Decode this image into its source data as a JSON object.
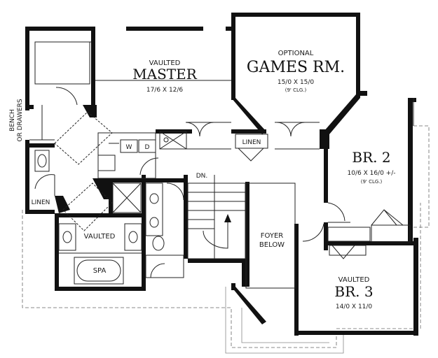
{
  "rooms": {
    "master": {
      "note": "VAULTED",
      "name": "MASTER",
      "size": "17/6 X 12/6"
    },
    "games": {
      "note": "OPTIONAL",
      "name": "GAMES RM.",
      "size": "15/0 X 15/0",
      "clg": "(9' CLG.)"
    },
    "br2": {
      "name": "BR. 2",
      "size": "10/6 X 16/0 +/-",
      "clg": "(9' CLG.)"
    },
    "br3": {
      "note": "VAULTED",
      "name": "BR. 3",
      "size": "14/0 X 11/0"
    },
    "bath": {
      "note": "VAULTED",
      "spa": "SPA"
    },
    "foyer": {
      "line1": "FOYER",
      "line2": "BELOW"
    }
  },
  "labels": {
    "linen_top": "LINEN",
    "linen_left": "LINEN",
    "bench_line1": "BENCH",
    "bench_line2": "OR DRAWERS",
    "washer": "W",
    "dryer": "D",
    "stair_dn": "DN."
  }
}
